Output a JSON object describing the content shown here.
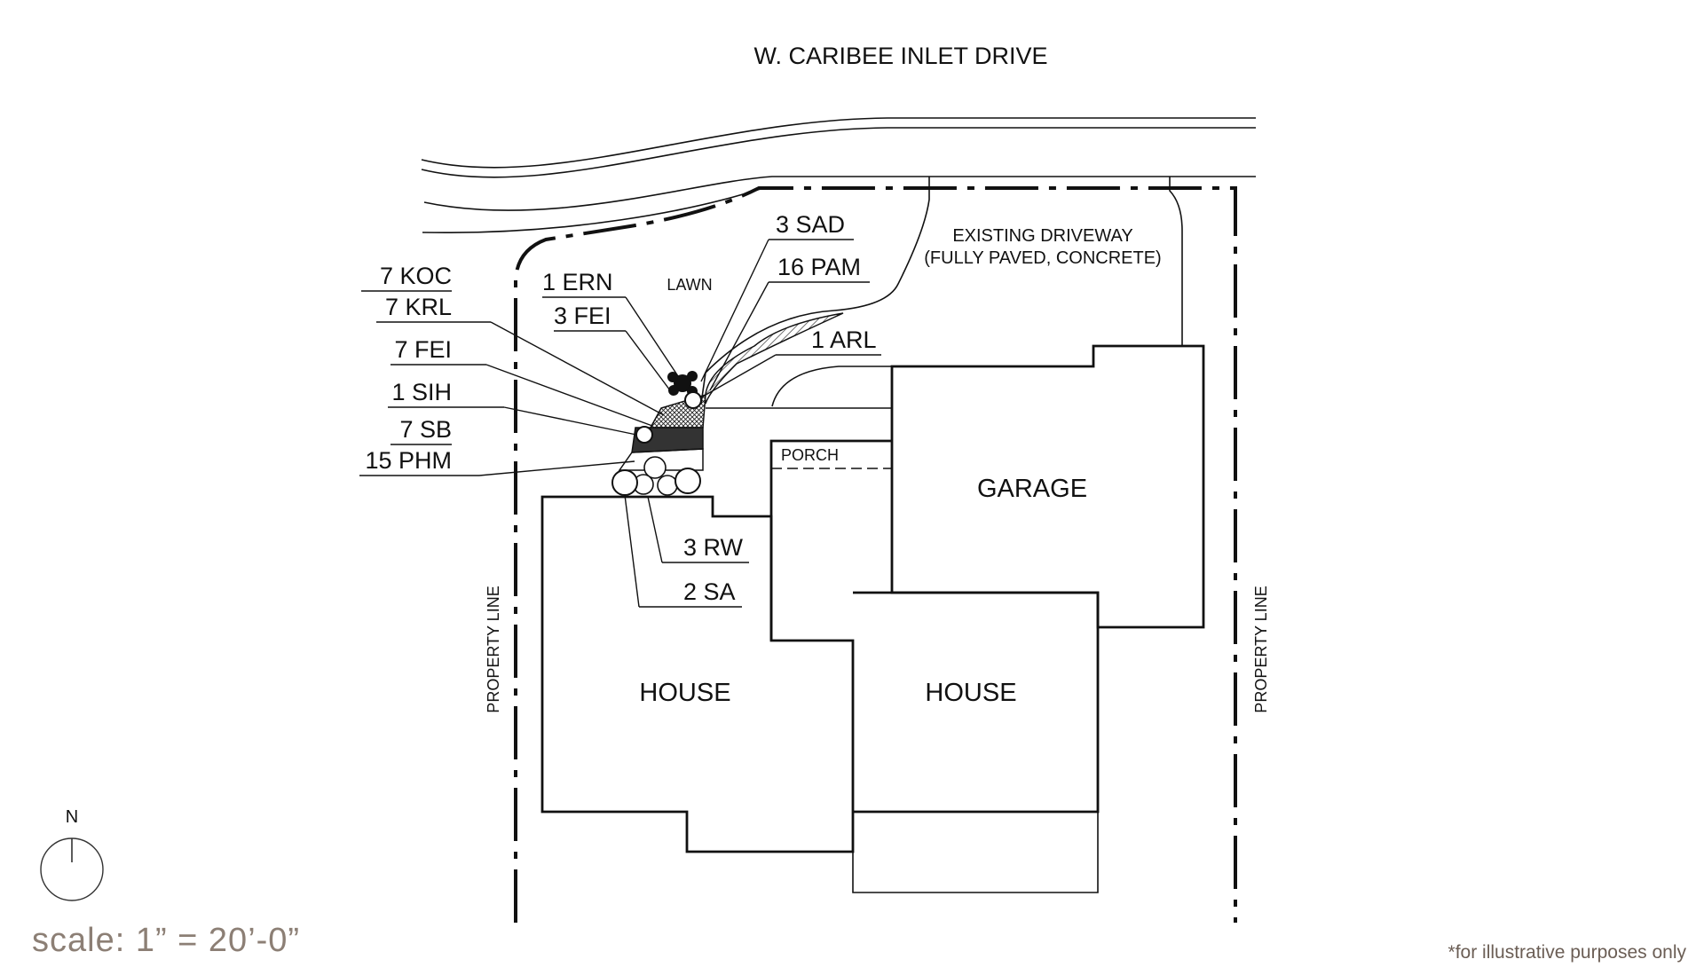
{
  "street": "W. CARIBEE INLET DRIVE",
  "driveway": {
    "line1": "EXISTING DRIVEWAY",
    "line2": "(FULLY PAVED, CONCRETE)"
  },
  "lawn": "LAWN",
  "porch": "PORCH",
  "garage": "GARAGE",
  "house_left": "HOUSE",
  "house_right": "HOUSE",
  "property_line_left": "PROPERTY LINE",
  "property_line_right": "PROPERTY LINE",
  "plants": {
    "sad": "3 SAD",
    "pam": "16 PAM",
    "ern": "1 ERN",
    "fei3": "3 FEI",
    "arl": "1 ARL",
    "koc": "7 KOC",
    "krl": "7 KRL",
    "fei7": "7 FEI",
    "sih": "1 SIH",
    "sb": "7 SB",
    "phm": "15 PHM",
    "rw": "3 RW",
    "sa": "2 SA"
  },
  "compass": "N",
  "scale": "scale: 1” = 20’-0”",
  "note": "*for illustrative purposes only"
}
